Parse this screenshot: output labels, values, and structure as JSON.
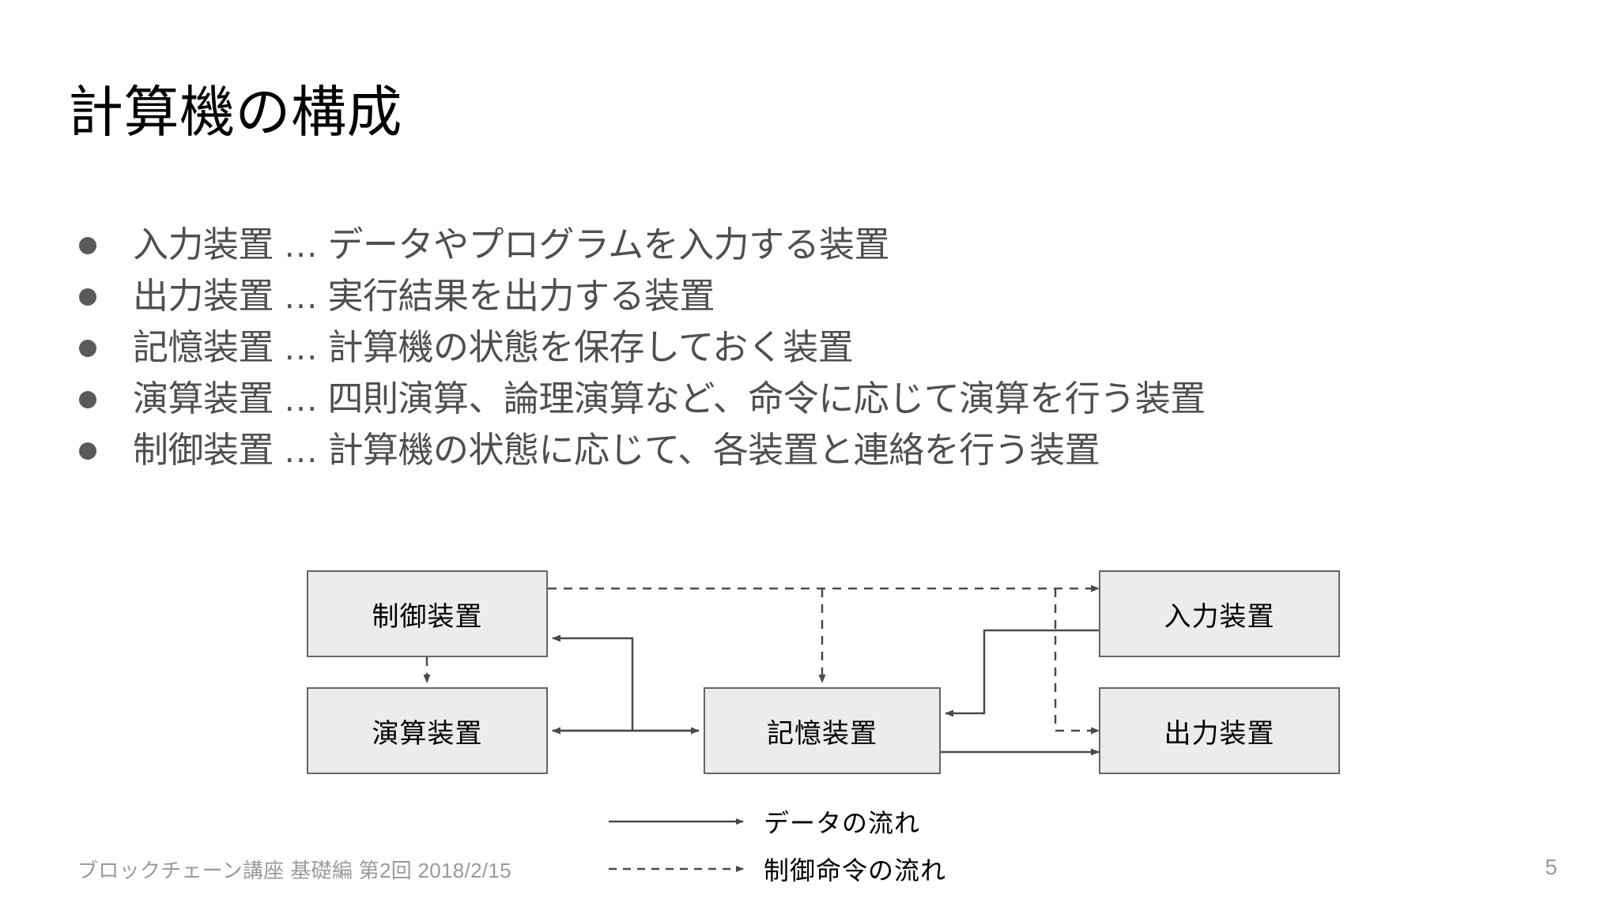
{
  "slide": {
    "title": "計算機の構成",
    "page_number": "5",
    "footer_note": "ブロックチェーン講座 基礎編 第2回 2018/2/15",
    "text_color": "#4f4f4f",
    "title_color": "#000000",
    "footer_color": "#9a9a9a",
    "background": "#ffffff"
  },
  "bullets": [
    {
      "text": "入力装置 … データやプログラムを入力する装置"
    },
    {
      "text": "出力装置 … 実行結果を出力する装置"
    },
    {
      "text": "記憶装置 … 計算機の状態を保存しておく装置"
    },
    {
      "text": "演算装置 … 四則演算、論理演算など、命令に応じて演算を行う装置"
    },
    {
      "text": "制御装置 … 計算機の状態に応じて、各装置と連絡を行う装置"
    }
  ],
  "diagram": {
    "box_fill": "#ececec",
    "box_stroke": "#666666",
    "line_color": "#4a4a4a",
    "nodes": [
      {
        "id": "control",
        "label": "制御装置"
      },
      {
        "id": "input",
        "label": "入力装置"
      },
      {
        "id": "alu",
        "label": "演算装置"
      },
      {
        "id": "memory",
        "label": "記憶装置"
      },
      {
        "id": "output",
        "label": "出力装置"
      }
    ],
    "edges": [
      {
        "from": "control",
        "to": "input",
        "style": "dashed"
      },
      {
        "from": "control",
        "to": "memory",
        "style": "dashed"
      },
      {
        "from": "control",
        "to": "output",
        "style": "dashed"
      },
      {
        "from": "control",
        "to": "alu",
        "style": "dashed"
      },
      {
        "from": "alu",
        "to": "control",
        "style": "solid"
      },
      {
        "from": "memory",
        "to": "alu",
        "style": "solid"
      },
      {
        "from": "alu",
        "to": "memory",
        "style": "solid"
      },
      {
        "from": "input",
        "to": "memory",
        "style": "solid"
      },
      {
        "from": "memory",
        "to": "output",
        "style": "solid"
      }
    ]
  },
  "legend": {
    "items": [
      {
        "style": "solid",
        "label": "データの流れ"
      },
      {
        "style": "dashed",
        "label": "制御命令の流れ"
      }
    ]
  }
}
